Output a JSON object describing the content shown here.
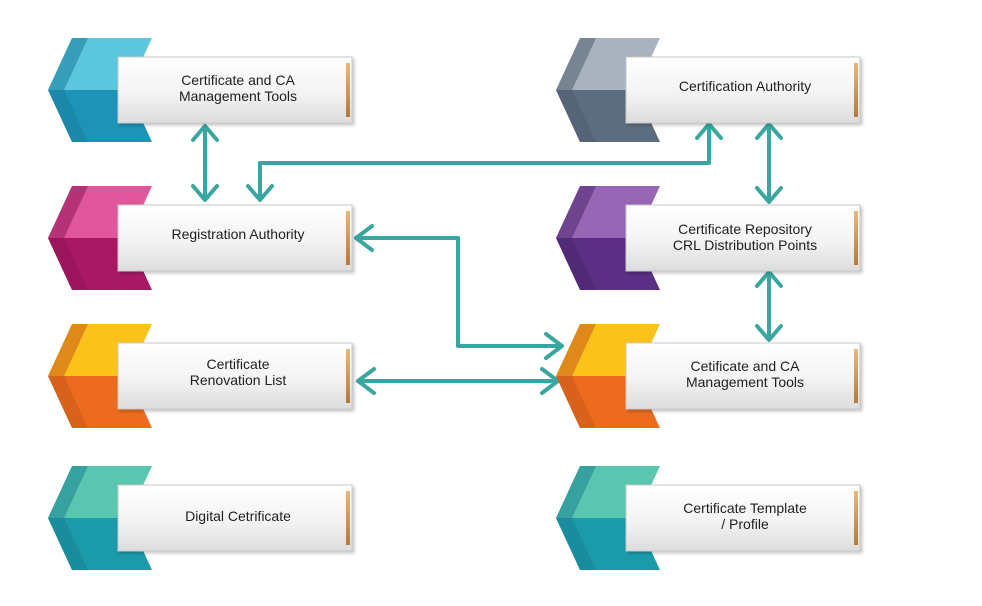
{
  "nodes": [
    {
      "id": "ca-tools-top",
      "label": "Certificate and CA\nManagement Tools",
      "color": "teal-blue"
    },
    {
      "id": "registration-authority",
      "label": "Registration Authority",
      "color": "magenta"
    },
    {
      "id": "renovation-list",
      "label": "Certificate\nRenovation List",
      "color": "orange"
    },
    {
      "id": "digital-certificate",
      "label": "Digital Cetrificate",
      "color": "green-teal"
    },
    {
      "id": "certification-authority",
      "label": "Certification Authority",
      "color": "slate-gray"
    },
    {
      "id": "certificate-repository",
      "label": "Certificate Repository\nCRL Distribution Points",
      "color": "purple"
    },
    {
      "id": "ca-tools-right",
      "label": "Cetificate and CA\nManagement Tools",
      "color": "orange"
    },
    {
      "id": "template-profile",
      "label": "Certificate Template\n/ Profile",
      "color": "green-teal"
    }
  ],
  "connections": [
    {
      "from": "ca-tools-top",
      "to": "registration-authority",
      "direction": "both"
    },
    {
      "from": "certification-authority",
      "to": "registration-authority",
      "direction": "both"
    },
    {
      "from": "certification-authority",
      "to": "certificate-repository",
      "direction": "both"
    },
    {
      "from": "certificate-repository",
      "to": "ca-tools-right",
      "direction": "both"
    },
    {
      "from": "registration-authority",
      "to": "ca-tools-right",
      "direction": "both"
    },
    {
      "from": "renovation-list",
      "to": "ca-tools-right",
      "direction": "both"
    }
  ],
  "colors": {
    "arrow": "#3aa6a0",
    "teal-blue": [
      "#5cc6dd",
      "#1d93b8"
    ],
    "magenta": [
      "#e0579c",
      "#a81865"
    ],
    "orange": [
      "#fbc21b",
      "#ec6b1e"
    ],
    "green-teal": [
      "#5bc6b0",
      "#1b9aaa"
    ],
    "slate-gray": [
      "#a8b3bf",
      "#5d6d80"
    ],
    "purple": [
      "#9766b4",
      "#5a2f84"
    ]
  }
}
